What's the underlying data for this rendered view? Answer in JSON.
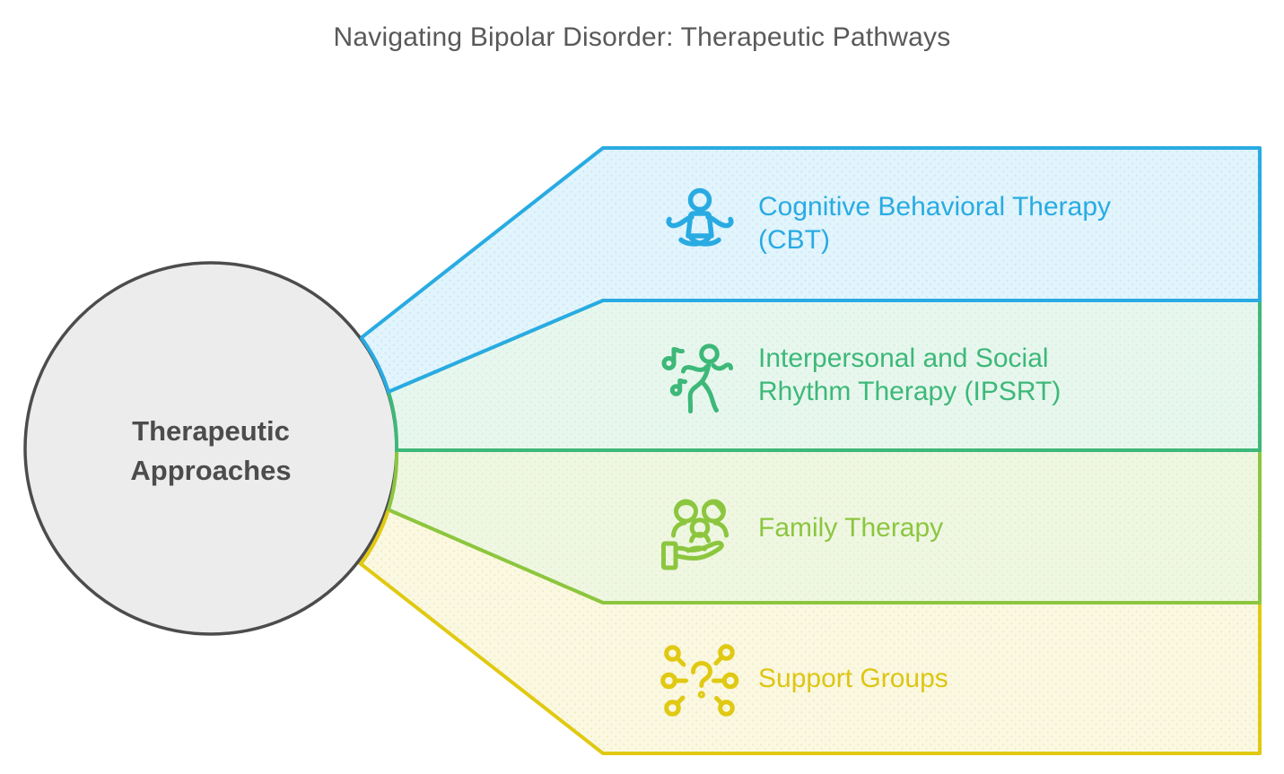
{
  "title": "Navigating Bipolar Disorder: Therapeutic Pathways",
  "hub": {
    "lines": [
      "Therapeutic",
      "Approaches"
    ],
    "fill": "#ececec",
    "stroke": "#4c4c4c"
  },
  "palette": {
    "title_color": "#59595b"
  },
  "branches": [
    {
      "label_lines": [
        "Cognitive Behavioral Therapy",
        "(CBT)"
      ],
      "icon": "meditation-person-icon",
      "color": "#29abe2",
      "fill": "#e2f4fc"
    },
    {
      "label_lines": [
        "Interpersonal and Social",
        "Rhythm Therapy (IPSRT)"
      ],
      "icon": "dancing-person-music-icon",
      "color": "#3db878",
      "fill": "#e8f7ee"
    },
    {
      "label_lines": [
        "Family Therapy"
      ],
      "icon": "family-in-hand-icon",
      "color": "#8cc63f",
      "fill": "#eff7e2"
    },
    {
      "label_lines": [
        "Support Groups"
      ],
      "icon": "network-question-icon",
      "color": "#e0c912",
      "fill": "#fbf8e2"
    }
  ]
}
